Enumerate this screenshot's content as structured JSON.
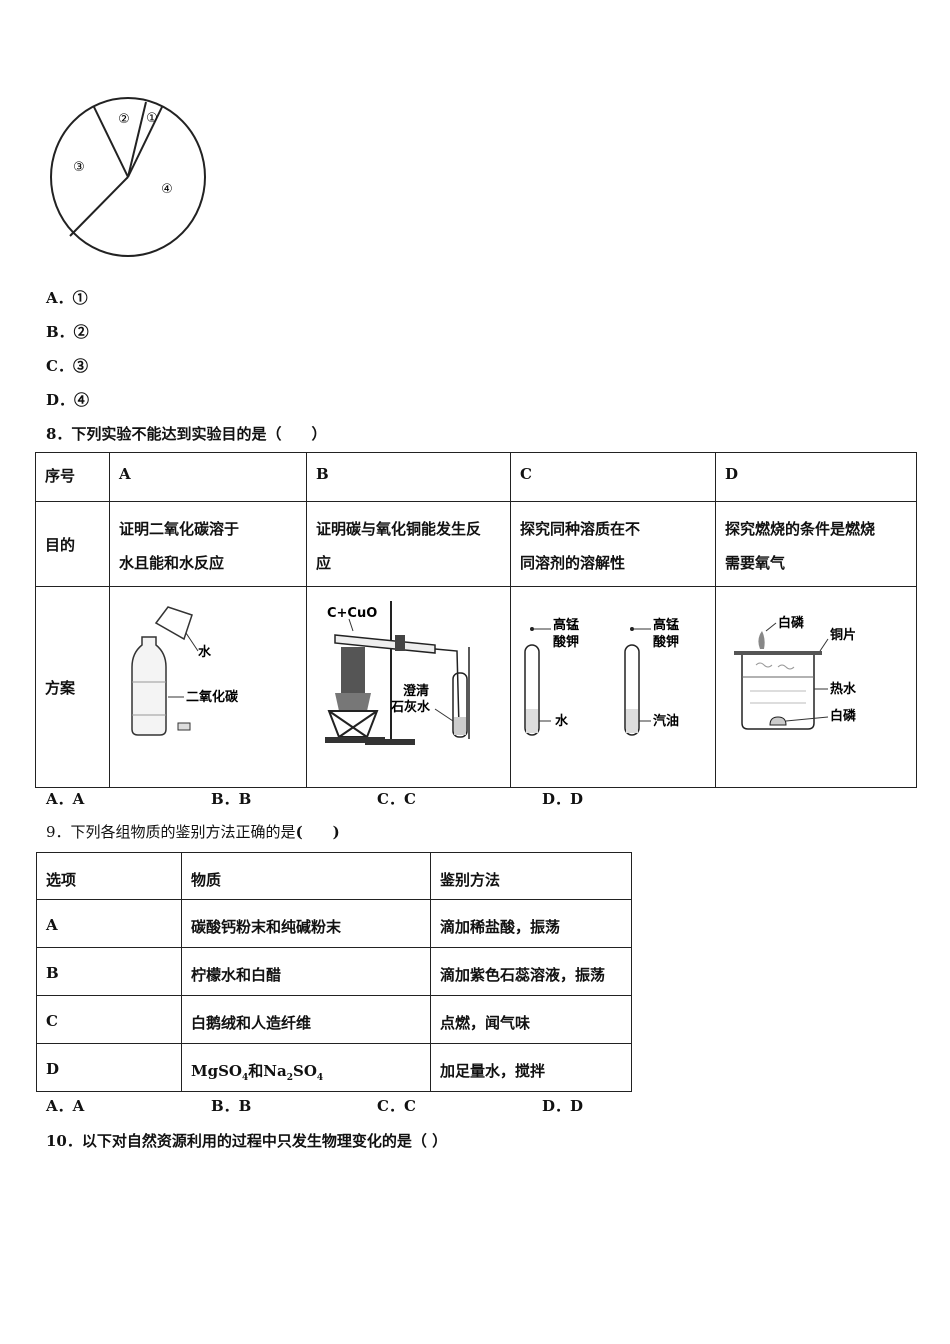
{
  "pie": {
    "labels": [
      "①",
      "②",
      "③",
      "④"
    ]
  },
  "q7_options": [
    "A．①",
    "B．②",
    "C．③",
    "D．④"
  ],
  "q8": {
    "question": "8．下列实验不能达到实验目的是（　　）",
    "header": [
      "序号",
      "A",
      "B",
      "C",
      "D"
    ],
    "purpose_label": "目的",
    "purposes": [
      [
        "证明二氧化碳溶于",
        "水且能和水反应"
      ],
      [
        "证明碳与氧化铜能发生反",
        "应"
      ],
      [
        "探究同种溶质在不",
        "同溶剂的溶解性"
      ],
      [
        "探究燃烧的条件是燃烧",
        "需要氧气"
      ]
    ],
    "plan_label": "方案",
    "fig_a": {
      "water": "水",
      "co2": "二氧化碳"
    },
    "fig_b": {
      "reagent": "C+CuO",
      "limewater1": "澄清",
      "limewater2": "石灰水"
    },
    "fig_c": {
      "kmno4_1": "高锰",
      "kmno4_2": "酸钾",
      "water": "水",
      "gasoline": "汽油"
    },
    "fig_d": {
      "white_p_top": "白磷",
      "copper": "铜片",
      "hot_water": "热水",
      "white_p_bottom": "白磷"
    },
    "answers": [
      "A．A",
      "B．B",
      "C．C",
      "D．D"
    ]
  },
  "q9": {
    "question_num": "9．",
    "question": "下列各组物质的鉴别方法正确的是",
    "question_tail": "(　　)",
    "header": [
      "选项",
      "物质",
      "鉴别方法"
    ],
    "rows": [
      [
        "A",
        "碳酸钙粉末和纯碱粉末",
        "滴加稀盐酸，振荡"
      ],
      [
        "B",
        "柠檬水和白醋",
        "滴加紫色石蕊溶液，振荡"
      ],
      [
        "C",
        "白鹅绒和人造纤维",
        "点燃，闻气味"
      ],
      [
        "D",
        "",
        "加足量水，搅拌"
      ]
    ],
    "d_substance": {
      "a": "MgSO",
      "a_sub": "4",
      "and": "和",
      "b": "Na",
      "b_sub": "2",
      "c": "SO",
      "c_sub": "4"
    },
    "answers": [
      "A．A",
      "B．B",
      "C．C",
      "D．D"
    ]
  },
  "q10": {
    "question": "10．以下对自然资源利用的过程中只发生物理变化的是（ ）"
  }
}
